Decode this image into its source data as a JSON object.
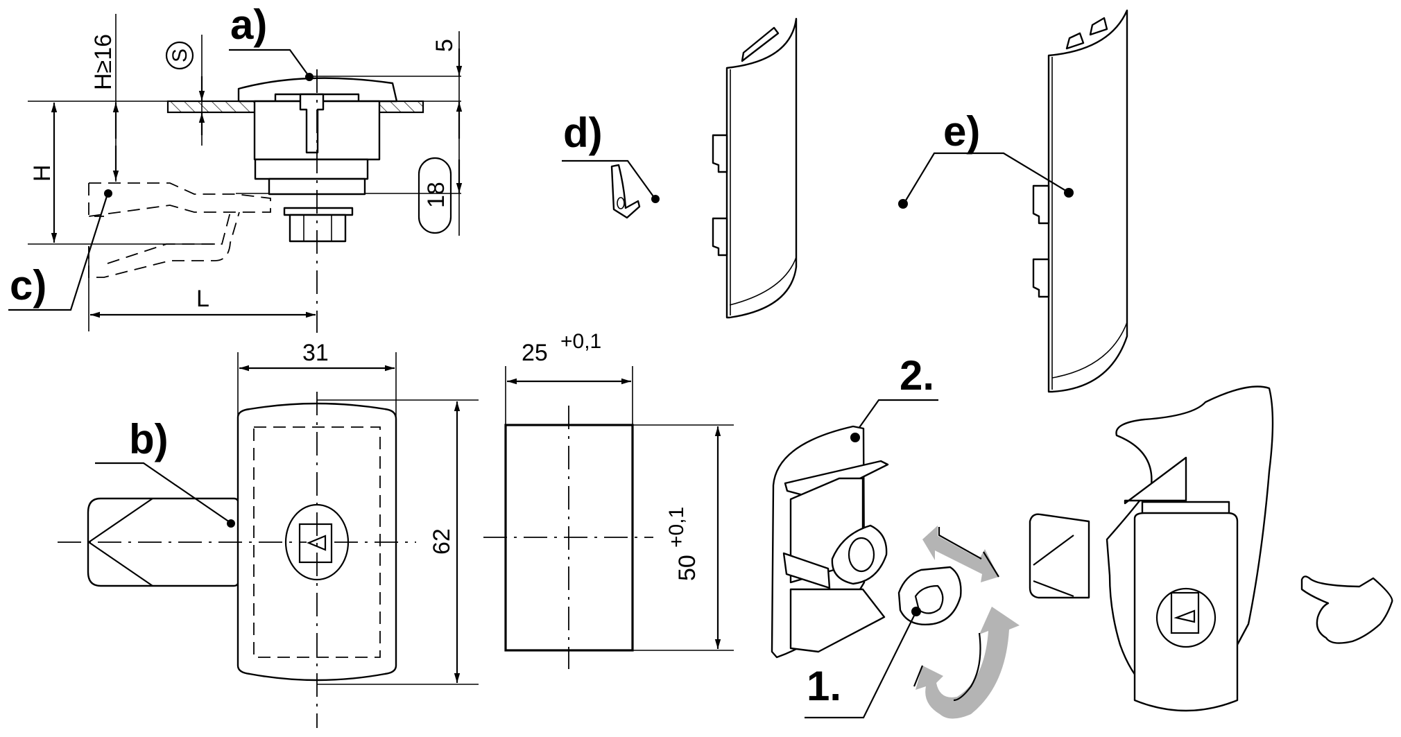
{
  "drawing": {
    "title": "Lock cam assembly technical drawing",
    "callouts": {
      "a": "a)",
      "b": "b)",
      "c": "c)",
      "d": "d)",
      "e": "e)",
      "step1": "1.",
      "step2": "2."
    },
    "side_view_dimensions": {
      "h_min": "H≥16",
      "h": "H",
      "l": "L",
      "s_symbol": "S",
      "top_offset": "5",
      "body_depth": "18"
    },
    "front_view_dimensions": {
      "width": "31",
      "height": "62"
    },
    "cutout_dimensions": {
      "width": "25",
      "width_tolerance": "+0,1",
      "height": "50",
      "height_tolerance": "+0,1"
    },
    "colors": {
      "line": "#000000",
      "background": "#ffffff",
      "motion_arrow": "#b4b4b4"
    }
  }
}
